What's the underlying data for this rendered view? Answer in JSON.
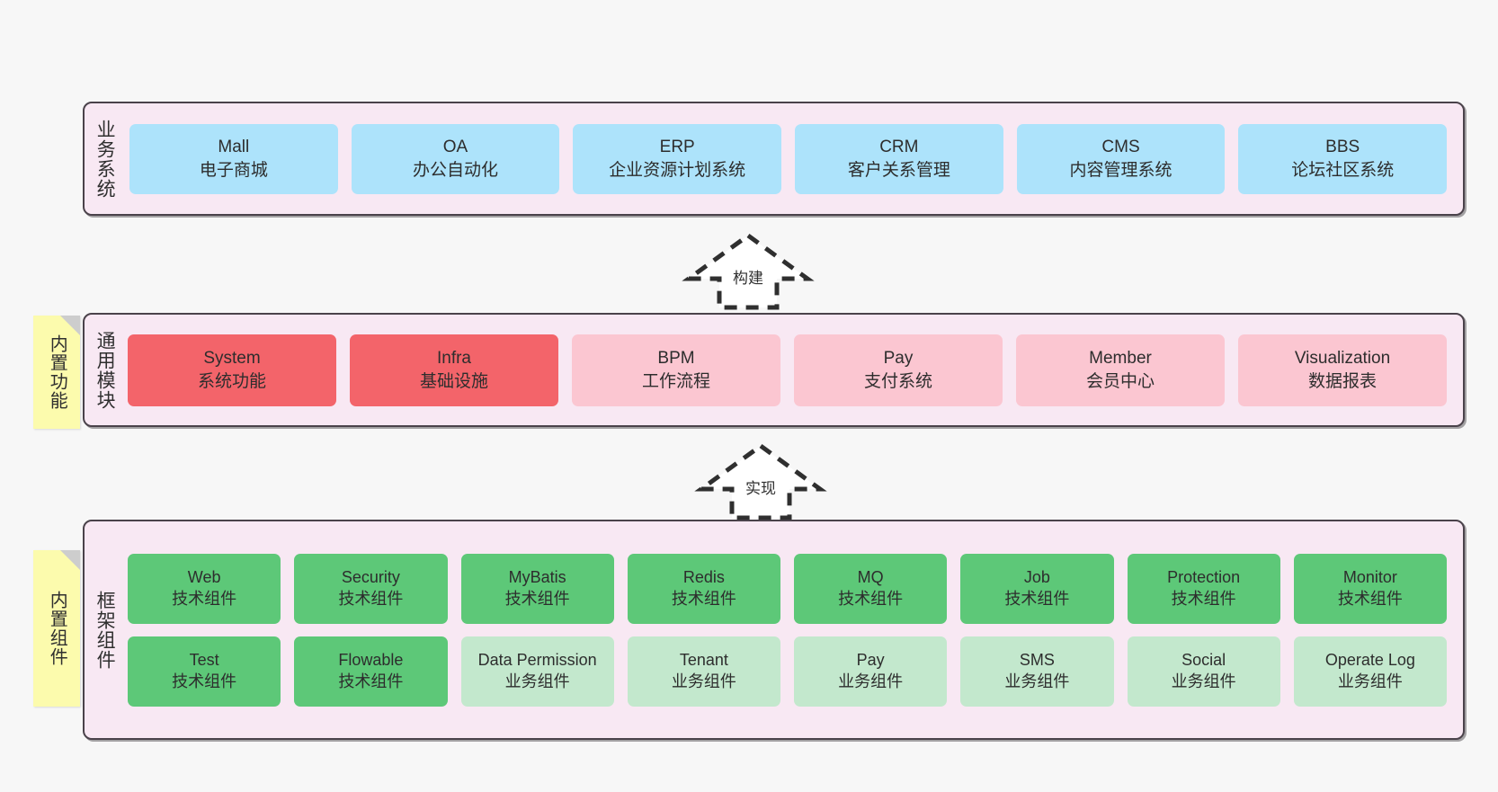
{
  "colors": {
    "panel_bg": "#f8e8f3",
    "panel_border": "#4a424a",
    "business_box": "#ade3fb",
    "module_core": "#f3646a",
    "module_optional": "#fbc6d1",
    "framework_tech": "#5dc878",
    "framework_business": "#c3e8cd",
    "note_bg": "#fcfbad",
    "note_fold": "#cdcdcd",
    "canvas_bg": "#f7f7f7"
  },
  "layers": {
    "business": {
      "title": "业务系统",
      "items": [
        {
          "en": "Mall",
          "cn": "电子商城"
        },
        {
          "en": "OA",
          "cn": "办公自动化"
        },
        {
          "en": "ERP",
          "cn": "企业资源计划系统"
        },
        {
          "en": "CRM",
          "cn": "客户关系管理"
        },
        {
          "en": "CMS",
          "cn": "内容管理系统"
        },
        {
          "en": "BBS",
          "cn": "论坛社区系统"
        }
      ]
    },
    "modules": {
      "title": "通用模块",
      "note": "内置功能",
      "items": [
        {
          "en": "System",
          "cn": "系统功能"
        },
        {
          "en": "Infra",
          "cn": "基础设施"
        },
        {
          "en": "BPM",
          "cn": "工作流程"
        },
        {
          "en": "Pay",
          "cn": "支付系统"
        },
        {
          "en": "Member",
          "cn": "会员中心"
        },
        {
          "en": "Visualization",
          "cn": "数据报表"
        }
      ]
    },
    "framework": {
      "title": "框架组件",
      "note": "内置组件",
      "row1": [
        {
          "en": "Web",
          "cn": "技术组件"
        },
        {
          "en": "Security",
          "cn": "技术组件"
        },
        {
          "en": "MyBatis",
          "cn": "技术组件"
        },
        {
          "en": "Redis",
          "cn": "技术组件"
        },
        {
          "en": "MQ",
          "cn": "技术组件"
        },
        {
          "en": "Job",
          "cn": "技术组件"
        },
        {
          "en": "Protection",
          "cn": "技术组件"
        },
        {
          "en": "Monitor",
          "cn": "技术组件"
        }
      ],
      "row2": [
        {
          "en": "Test",
          "cn": "技术组件"
        },
        {
          "en": "Flowable",
          "cn": "技术组件"
        },
        {
          "en": "Data Permission",
          "cn": "业务组件"
        },
        {
          "en": "Tenant",
          "cn": "业务组件"
        },
        {
          "en": "Pay",
          "cn": "业务组件"
        },
        {
          "en": "SMS",
          "cn": "业务组件"
        },
        {
          "en": "Social",
          "cn": "业务组件"
        },
        {
          "en": "Operate Log",
          "cn": "业务组件"
        }
      ]
    }
  },
  "arrows": {
    "build": "构建",
    "implement": "实现"
  }
}
